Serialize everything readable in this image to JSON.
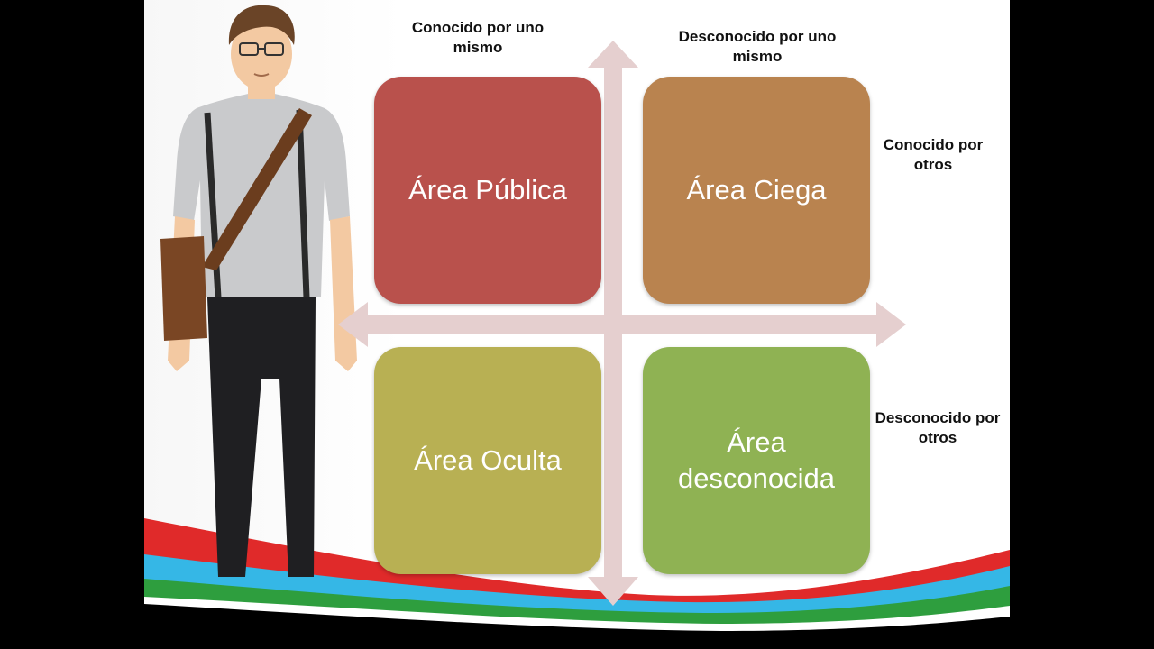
{
  "axis_labels": {
    "known_self": "Conocido por uno mismo",
    "unknown_self": "Desconocido por uno mismo",
    "known_others": "Conocido por otros",
    "unknown_others": "Desconocido por otros"
  },
  "quadrants": {
    "public": {
      "label": "Área Pública",
      "color": "#b9514c"
    },
    "blind": {
      "label": "Área Ciega",
      "color": "#b9834f"
    },
    "hidden": {
      "label": "Área Oculta",
      "color": "#b8b053"
    },
    "unknown": {
      "label": "Área\ndesconocida",
      "color": "#8fb253"
    }
  },
  "colors": {
    "arrow": "#e5cfcf",
    "wave_red": "#e02a2a",
    "wave_blue": "#35b7e6",
    "wave_green": "#2e9e3e"
  },
  "illustration": {
    "name": "man-with-shoulder-bag"
  }
}
